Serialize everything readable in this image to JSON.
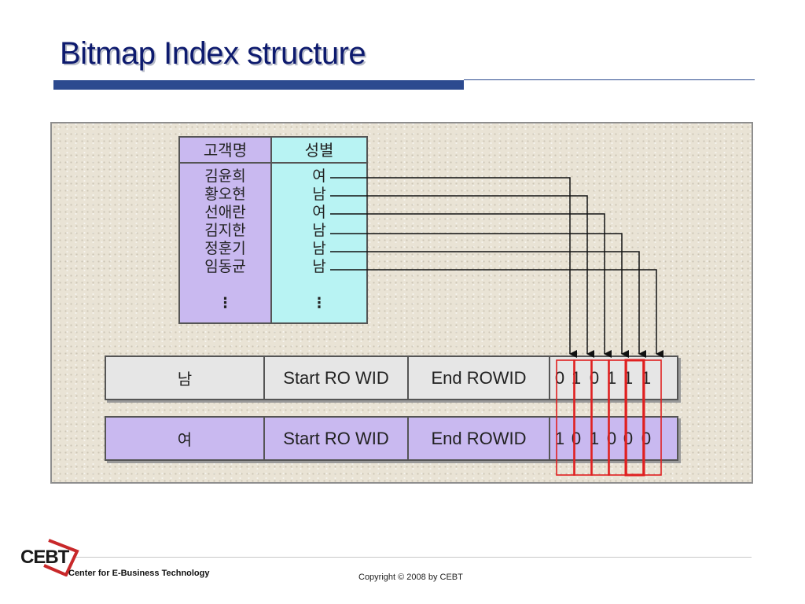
{
  "slide": {
    "title": "Bitmap Index structure"
  },
  "customer_table": {
    "headers": [
      "고객명",
      "성별"
    ],
    "names": [
      "김윤희",
      "황오현",
      "선애란",
      "김지한",
      "정훈기",
      "임동균"
    ],
    "genders": [
      "여",
      "남",
      "여",
      "남",
      "남",
      "남"
    ],
    "ellipsis": "⋮"
  },
  "bitmap_index": {
    "rows": [
      {
        "key": "남",
        "start": "Start RO WID",
        "end": "End ROWID",
        "bits": [
          "0",
          "1",
          "0",
          "1",
          "1",
          "1"
        ]
      },
      {
        "key": "여",
        "start": "Start RO WID",
        "end": "End ROWID",
        "bits": [
          "1",
          "0",
          "1",
          "0",
          "0",
          "0"
        ]
      }
    ]
  },
  "colors": {
    "title": "#0d1a6e",
    "title_bar": "#2c4a8f",
    "name_col": "#c9b9f0",
    "gender_col": "#b8f3f3",
    "highlight": "#e02020"
  },
  "footer": {
    "logo": "CEBT",
    "org": "Center for E-Business Technology",
    "copyright": "Copyright © 2008 by CEBT"
  }
}
